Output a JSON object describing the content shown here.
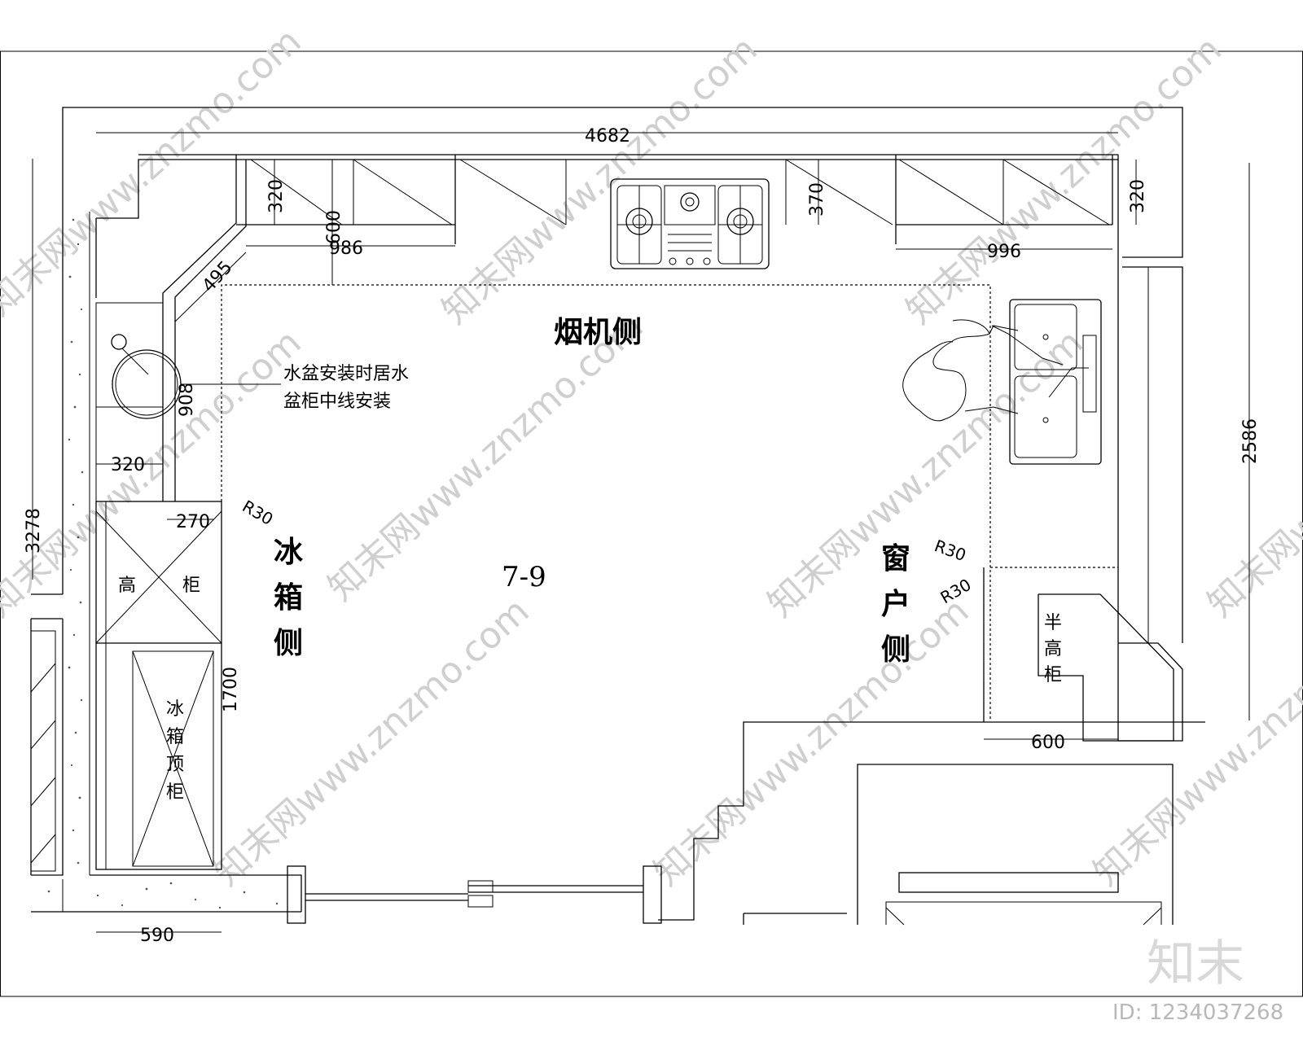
{
  "room_label": "7-9",
  "sides": {
    "hood_side": "烟机侧",
    "fridge_side": [
      "冰",
      "箱",
      "侧"
    ],
    "window_side": [
      "窗",
      "户",
      "侧"
    ]
  },
  "cabinets": {
    "tall_cabinet": [
      "高",
      "柜"
    ],
    "fridge_top_cabinet": [
      "冰",
      "箱",
      "顶",
      "柜"
    ],
    "half_tall_cabinet": [
      "半",
      "高",
      "柜"
    ]
  },
  "note": [
    "水盆安装时居水",
    "盆柜中线安装"
  ],
  "dimensions": {
    "total_width": "4682",
    "left_height": "3278",
    "right_height": "2586",
    "top_depth_left": "320",
    "top_depth_mid": "370",
    "top_depth_right": "320",
    "counter_depth": "600",
    "run_left": "986",
    "run_right": "996",
    "diagonal": "495",
    "sink_cab": "908",
    "left_depth": "320",
    "tall_depth": "270",
    "radius_a": "R30",
    "radius_b": "R30",
    "radius_c": "R30",
    "fridge_height": "1700",
    "right_counter": "600",
    "bottom_width": "590"
  },
  "watermark": {
    "logo": "知末",
    "id": "ID: 1234037268",
    "url": "知末网www.znzmo.com"
  }
}
